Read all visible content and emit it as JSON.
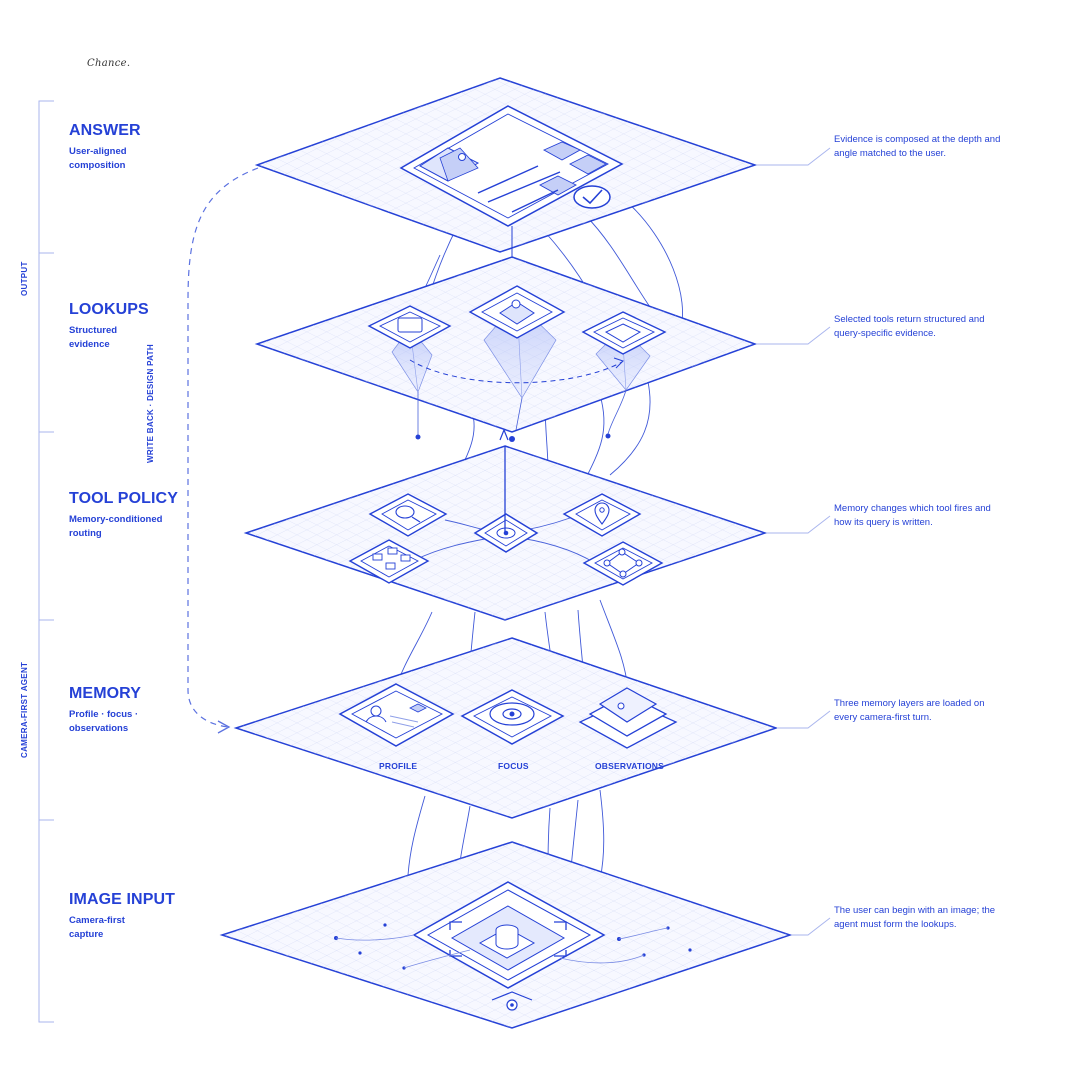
{
  "logo": "Chance.",
  "side": {
    "output": "OUTPUT",
    "agent": "CAMERA-FIRST AGENT",
    "write_back": "WRITE BACK · DESIGN PATH"
  },
  "layers": [
    {
      "title": "ANSWER",
      "subtitle": "User-aligned composition",
      "note": "Evidence is composed at the depth and angle matched to the user."
    },
    {
      "title": "LOOKUPS",
      "subtitle": "Structured evidence",
      "note": "Selected tools return structured and query-specific evidence."
    },
    {
      "title": "TOOL POLICY",
      "subtitle": "Memory-conditioned routing",
      "note": "Memory changes which tool fires and how its query is written."
    },
    {
      "title": "MEMORY",
      "subtitle": "Profile · focus · observations",
      "note": "Three memory layers are loaded on every camera-first turn."
    },
    {
      "title": "IMAGE INPUT",
      "subtitle": "Camera-first capture",
      "note": "The user can begin with an image; the agent must form the lookups."
    }
  ],
  "memory_labels": {
    "profile": "PROFILE",
    "focus": "FOCUS",
    "observations": "OBSERVATIONS"
  },
  "colors": {
    "accent": "#2541d6",
    "fill": "#f4f6ff",
    "grid": "#c9d1f3",
    "shade": "#b7c2f2"
  },
  "icons": [
    "document-icon",
    "check-icon",
    "search-icon",
    "location-pin-icon",
    "target-icon",
    "grid-blocks-icon",
    "network-icon",
    "user-profile-icon",
    "focus-eye-icon",
    "stack-icon",
    "camera-object-icon",
    "eye-icon"
  ]
}
